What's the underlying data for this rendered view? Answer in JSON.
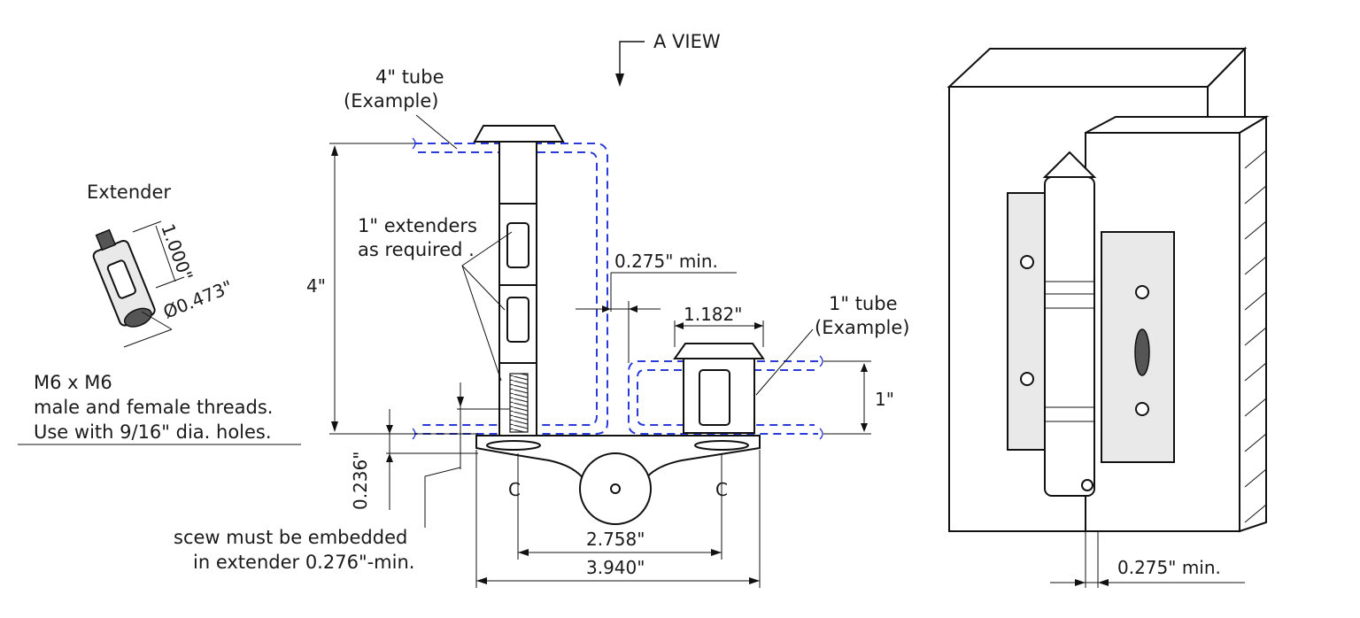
{
  "labels": {
    "a_view": "A VIEW",
    "tube4": "4\" tube",
    "tube4_example": "(Example)",
    "extender_title": "Extender",
    "dim_1000": "1.000\"",
    "dim_0473": "Ø0.473\"",
    "thread_line1": "M6 x M6",
    "thread_line2": "male and female threads.",
    "thread_line3": "Use with 9/16\" dia. holes.",
    "extenders_line1": "1\" extenders",
    "extenders_line2": "as required .",
    "dim_4in": "4\"",
    "dim_0275_min": "0.275\" min.",
    "dim_1182": "1.182\"",
    "tube1": "1\" tube",
    "tube1_example": "(Example)",
    "dim_1in": "1\"",
    "dim_0236": "0.236\"",
    "center_left": "C",
    "center_right": "C",
    "dim_2758": "2.758\"",
    "dim_3940": "3.940\"",
    "screw_line1": "scew must be embedded",
    "screw_line2": "in extender 0.276\"-min.",
    "dim_0275_right": "0.275\"  min."
  },
  "colors": {
    "tube_outline": "#2a3bd8",
    "line": "#111111"
  }
}
